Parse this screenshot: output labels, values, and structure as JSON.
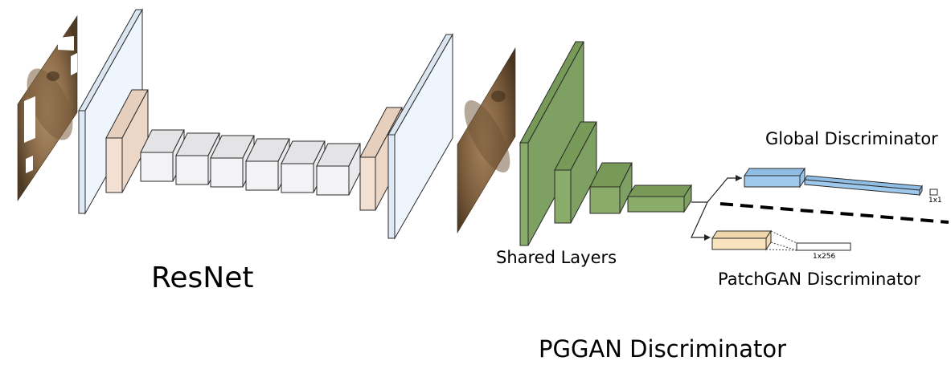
{
  "labels": {
    "resnet": "ResNet",
    "pggan": "PGGAN Discriminator",
    "shared": "Shared Layers",
    "global": "Global Discriminator",
    "patchgan": "PatchGAN Discriminator",
    "out_global": "1x1",
    "out_patch": "1x256"
  },
  "colors": {
    "io_plane": "#eef5fd",
    "conv_tan": "#f3e0d2",
    "resblock": "#f3f3f5",
    "shared_green": "#8aac6b",
    "global_blue": "#9ec9ec",
    "patch_tan": "#f8e3bd",
    "photo_fur": "#8a6a48"
  },
  "icons": {
    "input_image": "masked-animal-photo",
    "output_image": "completed-animal-photo"
  }
}
